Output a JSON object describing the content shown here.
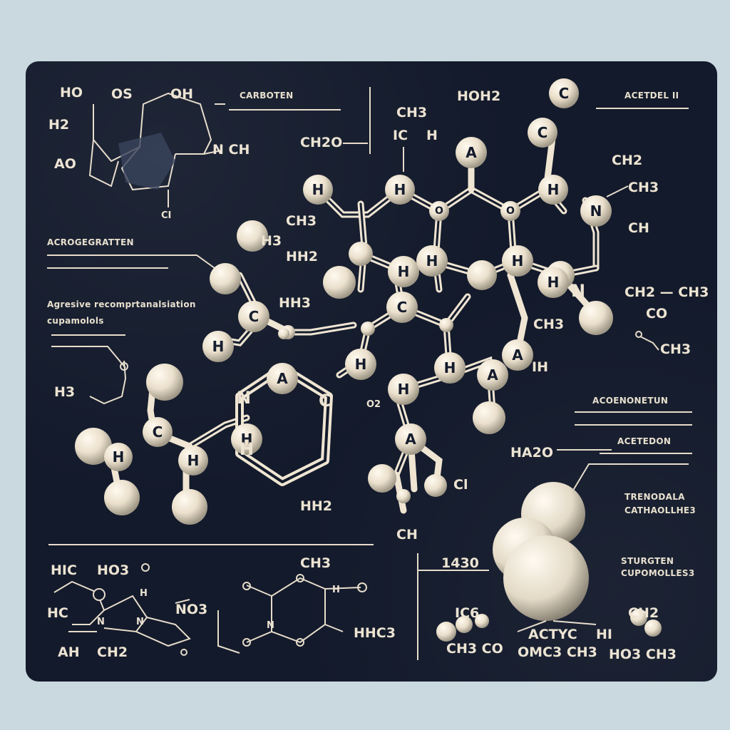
{
  "captions": {
    "carboten": "CARBOTEN",
    "acetdel": "ACETDEL II",
    "acrogegratten": "ACROGEGRATTEN",
    "agresive_1": "Agresive recomprtanalsiation",
    "agresive_2": "cupamolols",
    "acoenonetun": "ACOENONETUN",
    "acetedon": "ACETEDON",
    "trenodala_1": "TRENODALA",
    "trenodala_2": "CATHAOLLHE3",
    "sturgten_1": "STURGTEN",
    "sturgten_2": "CUPOMOLLES3"
  },
  "labels": {
    "ho": "HO",
    "os": "OS",
    "oh": "OH",
    "h2": "H2",
    "ao": "AO",
    "n_ch": "N CH",
    "ci_topleft": "CI",
    "ch2o": "CH2O",
    "ch3_top": "CH3",
    "hoh2": "HOH2",
    "ic": "IC",
    "h_top": "H",
    "c_top": "C",
    "ch2_right": "CH2",
    "ch3_right": "CH3",
    "nch": "CH",
    "ch3_left": "CH3",
    "hh2": "HH2",
    "h3": "H3",
    "hh3": "HH3",
    "ch2_ch3": "CH2 — CH3",
    "co": "CO",
    "ch3_co": "CH3",
    "ch3_mid": "CH3",
    "ih": "IH",
    "o2": "O2",
    "ha2o": "HA2O",
    "hh2_bottom": "HH2",
    "cl": "Cl",
    "ch_bottom": "CH",
    "h3_left": "H3",
    "f1430": "1430",
    "hic": "HIC",
    "ho3": "HO3",
    "ch3_botmid": "CH3",
    "hic2": "HC",
    "no3": "NO3",
    "ah": "AH",
    "ch2_botleft": "CH2",
    "hhc3": "HHC3",
    "ic6": "IC6",
    "ch3o": "CH3 CO",
    "acty": "ACTYC",
    "omc": "OMC3 CH3",
    "ch_right": "CH2",
    "hi": "HI",
    "ho_bot": "HO3 CH3"
  },
  "atoms": {
    "a1": "H",
    "a2": "H",
    "a3": "O",
    "a4": "A",
    "a5": "H",
    "a6": "C",
    "a7": "O",
    "a8": "O",
    "a9": "N",
    "a10": "H",
    "a11": "H",
    "a12": "H",
    "a13": "C",
    "a14": "C",
    "a15": "H",
    "a16": "H",
    "a17": "H",
    "a18": "A",
    "a19": "H",
    "a20": "N",
    "a21": "A",
    "a22": "C",
    "a23": "H",
    "a24": "C",
    "a25": "H",
    "a26": "A",
    "a27": "O",
    "a28": "H"
  },
  "colors": {
    "board": "#131a2b",
    "background": "#c9d9df",
    "ink": "#ece3d2"
  }
}
